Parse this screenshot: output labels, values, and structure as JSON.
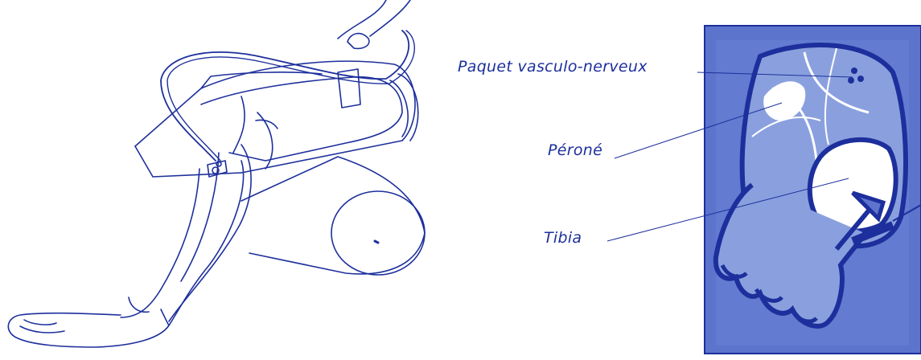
{
  "labels": {
    "paquet": "Paquet vasculo-nerveux",
    "perone": "Péroné",
    "tibia": "Tibia"
  },
  "colors": {
    "ink": "#1d2f9c",
    "panel": "#5c74cc",
    "panel_light": "#8aa0de",
    "bone": "#ffffff"
  }
}
